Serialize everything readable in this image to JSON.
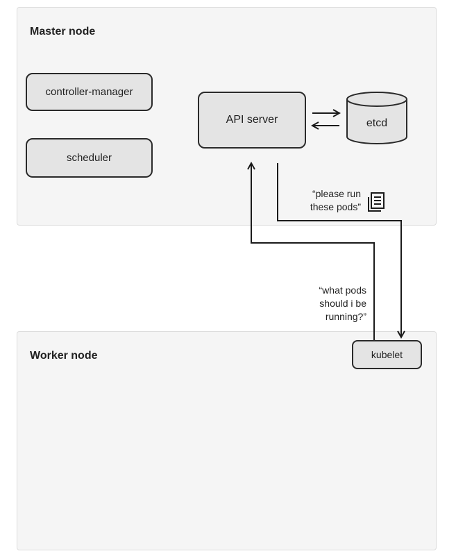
{
  "diagram": {
    "master_node": {
      "title": "Master node",
      "components": {
        "controller_manager": "controller-manager",
        "scheduler": "scheduler",
        "api_server": "API server",
        "etcd": "etcd"
      },
      "message": {
        "line1": "“please run",
        "line2": "these pods”",
        "icon": "document-list-icon"
      }
    },
    "worker_node": {
      "title": "Worker node",
      "kubelet": "kubelet",
      "question": {
        "line1": "“what pods",
        "line2": "should i be",
        "line3": "running?”"
      }
    }
  }
}
